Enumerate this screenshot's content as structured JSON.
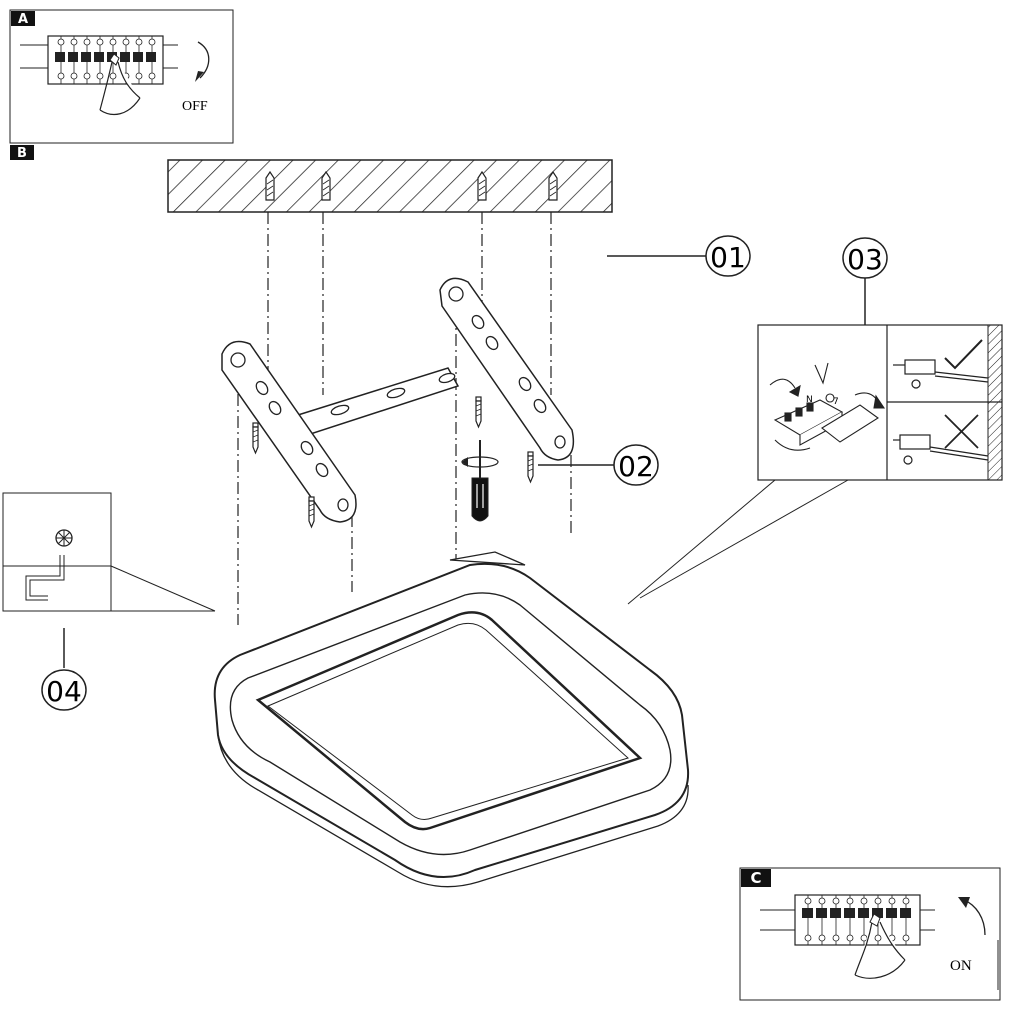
{
  "steps": {
    "a": {
      "letter": "A",
      "state_label": "OFF"
    },
    "b": {
      "letter": "B"
    },
    "c": {
      "letter": "C",
      "state_label": "ON"
    }
  },
  "callouts": {
    "c01": "01",
    "c02": "02",
    "c03": "03",
    "c04": "04"
  },
  "wiring_detail": {
    "n_label": "N",
    "l_label": "7"
  }
}
